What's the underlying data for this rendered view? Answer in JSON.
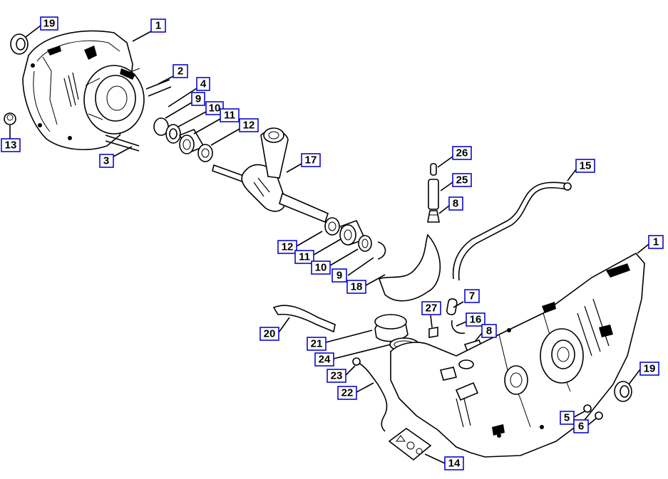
{
  "callouts": [
    {
      "id": "c-19a",
      "label": "19"
    },
    {
      "id": "c-1a",
      "label": "1"
    },
    {
      "id": "c-2",
      "label": "2"
    },
    {
      "id": "c-4",
      "label": "4"
    },
    {
      "id": "c-9a",
      "label": "9"
    },
    {
      "id": "c-10a",
      "label": "10"
    },
    {
      "id": "c-11a",
      "label": "11"
    },
    {
      "id": "c-12a",
      "label": "12"
    },
    {
      "id": "c-13",
      "label": "13"
    },
    {
      "id": "c-3",
      "label": "3"
    },
    {
      "id": "c-17",
      "label": "17"
    },
    {
      "id": "c-26",
      "label": "26"
    },
    {
      "id": "c-25",
      "label": "25"
    },
    {
      "id": "c-8a",
      "label": "8"
    },
    {
      "id": "c-15",
      "label": "15"
    },
    {
      "id": "c-1b",
      "label": "1"
    },
    {
      "id": "c-12b",
      "label": "12"
    },
    {
      "id": "c-11b",
      "label": "11"
    },
    {
      "id": "c-10b",
      "label": "10"
    },
    {
      "id": "c-9b",
      "label": "9"
    },
    {
      "id": "c-18",
      "label": "18"
    },
    {
      "id": "c-7",
      "label": "7"
    },
    {
      "id": "c-27",
      "label": "27"
    },
    {
      "id": "c-16",
      "label": "16"
    },
    {
      "id": "c-8b",
      "label": "8"
    },
    {
      "id": "c-20",
      "label": "20"
    },
    {
      "id": "c-21",
      "label": "21"
    },
    {
      "id": "c-24",
      "label": "24"
    },
    {
      "id": "c-23",
      "label": "23"
    },
    {
      "id": "c-22",
      "label": "22"
    },
    {
      "id": "c-19b",
      "label": "19"
    },
    {
      "id": "c-5",
      "label": "5"
    },
    {
      "id": "c-6",
      "label": "6"
    },
    {
      "id": "c-14",
      "label": "14"
    }
  ]
}
